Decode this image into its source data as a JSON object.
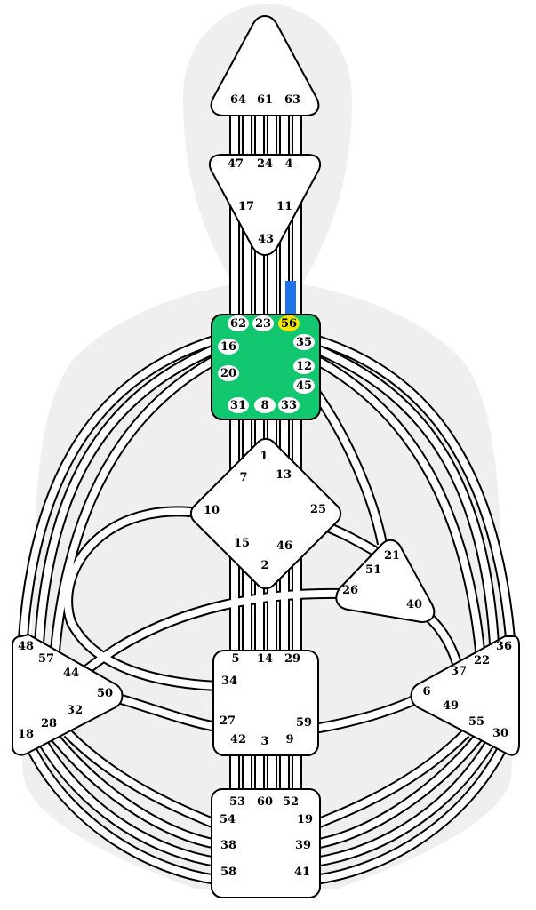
{
  "colors": {
    "silhouette": "#efefef",
    "defined_center": "#11c76f",
    "activated_gate": "#f5e500",
    "activation_marker": "#1f73e8"
  },
  "centers": [
    {
      "id": "head",
      "gates": [
        "64",
        "61",
        "63"
      ]
    },
    {
      "id": "ajna",
      "gates": [
        "47",
        "24",
        "4",
        "17",
        "11",
        "43"
      ]
    },
    {
      "id": "throat",
      "defined": true,
      "gates": [
        "62",
        "23",
        "56",
        "35",
        "16",
        "20",
        "12",
        "45",
        "31",
        "8",
        "33"
      ]
    },
    {
      "id": "g",
      "gates": [
        "1",
        "7",
        "13",
        "10",
        "25",
        "15",
        "46",
        "2"
      ]
    },
    {
      "id": "heart",
      "gates": [
        "21",
        "51",
        "26",
        "40"
      ]
    },
    {
      "id": "sacral",
      "gates": [
        "5",
        "14",
        "29",
        "34",
        "27",
        "59",
        "42",
        "3",
        "9"
      ]
    },
    {
      "id": "solar-plexus",
      "gates": [
        "36",
        "22",
        "37",
        "6",
        "49",
        "55",
        "30"
      ]
    },
    {
      "id": "spleen",
      "gates": [
        "48",
        "57",
        "44",
        "50",
        "32",
        "28",
        "18"
      ]
    },
    {
      "id": "root",
      "gates": [
        "53",
        "60",
        "52",
        "54",
        "19",
        "38",
        "39",
        "58",
        "41"
      ]
    }
  ],
  "highlighted_gate": "56"
}
